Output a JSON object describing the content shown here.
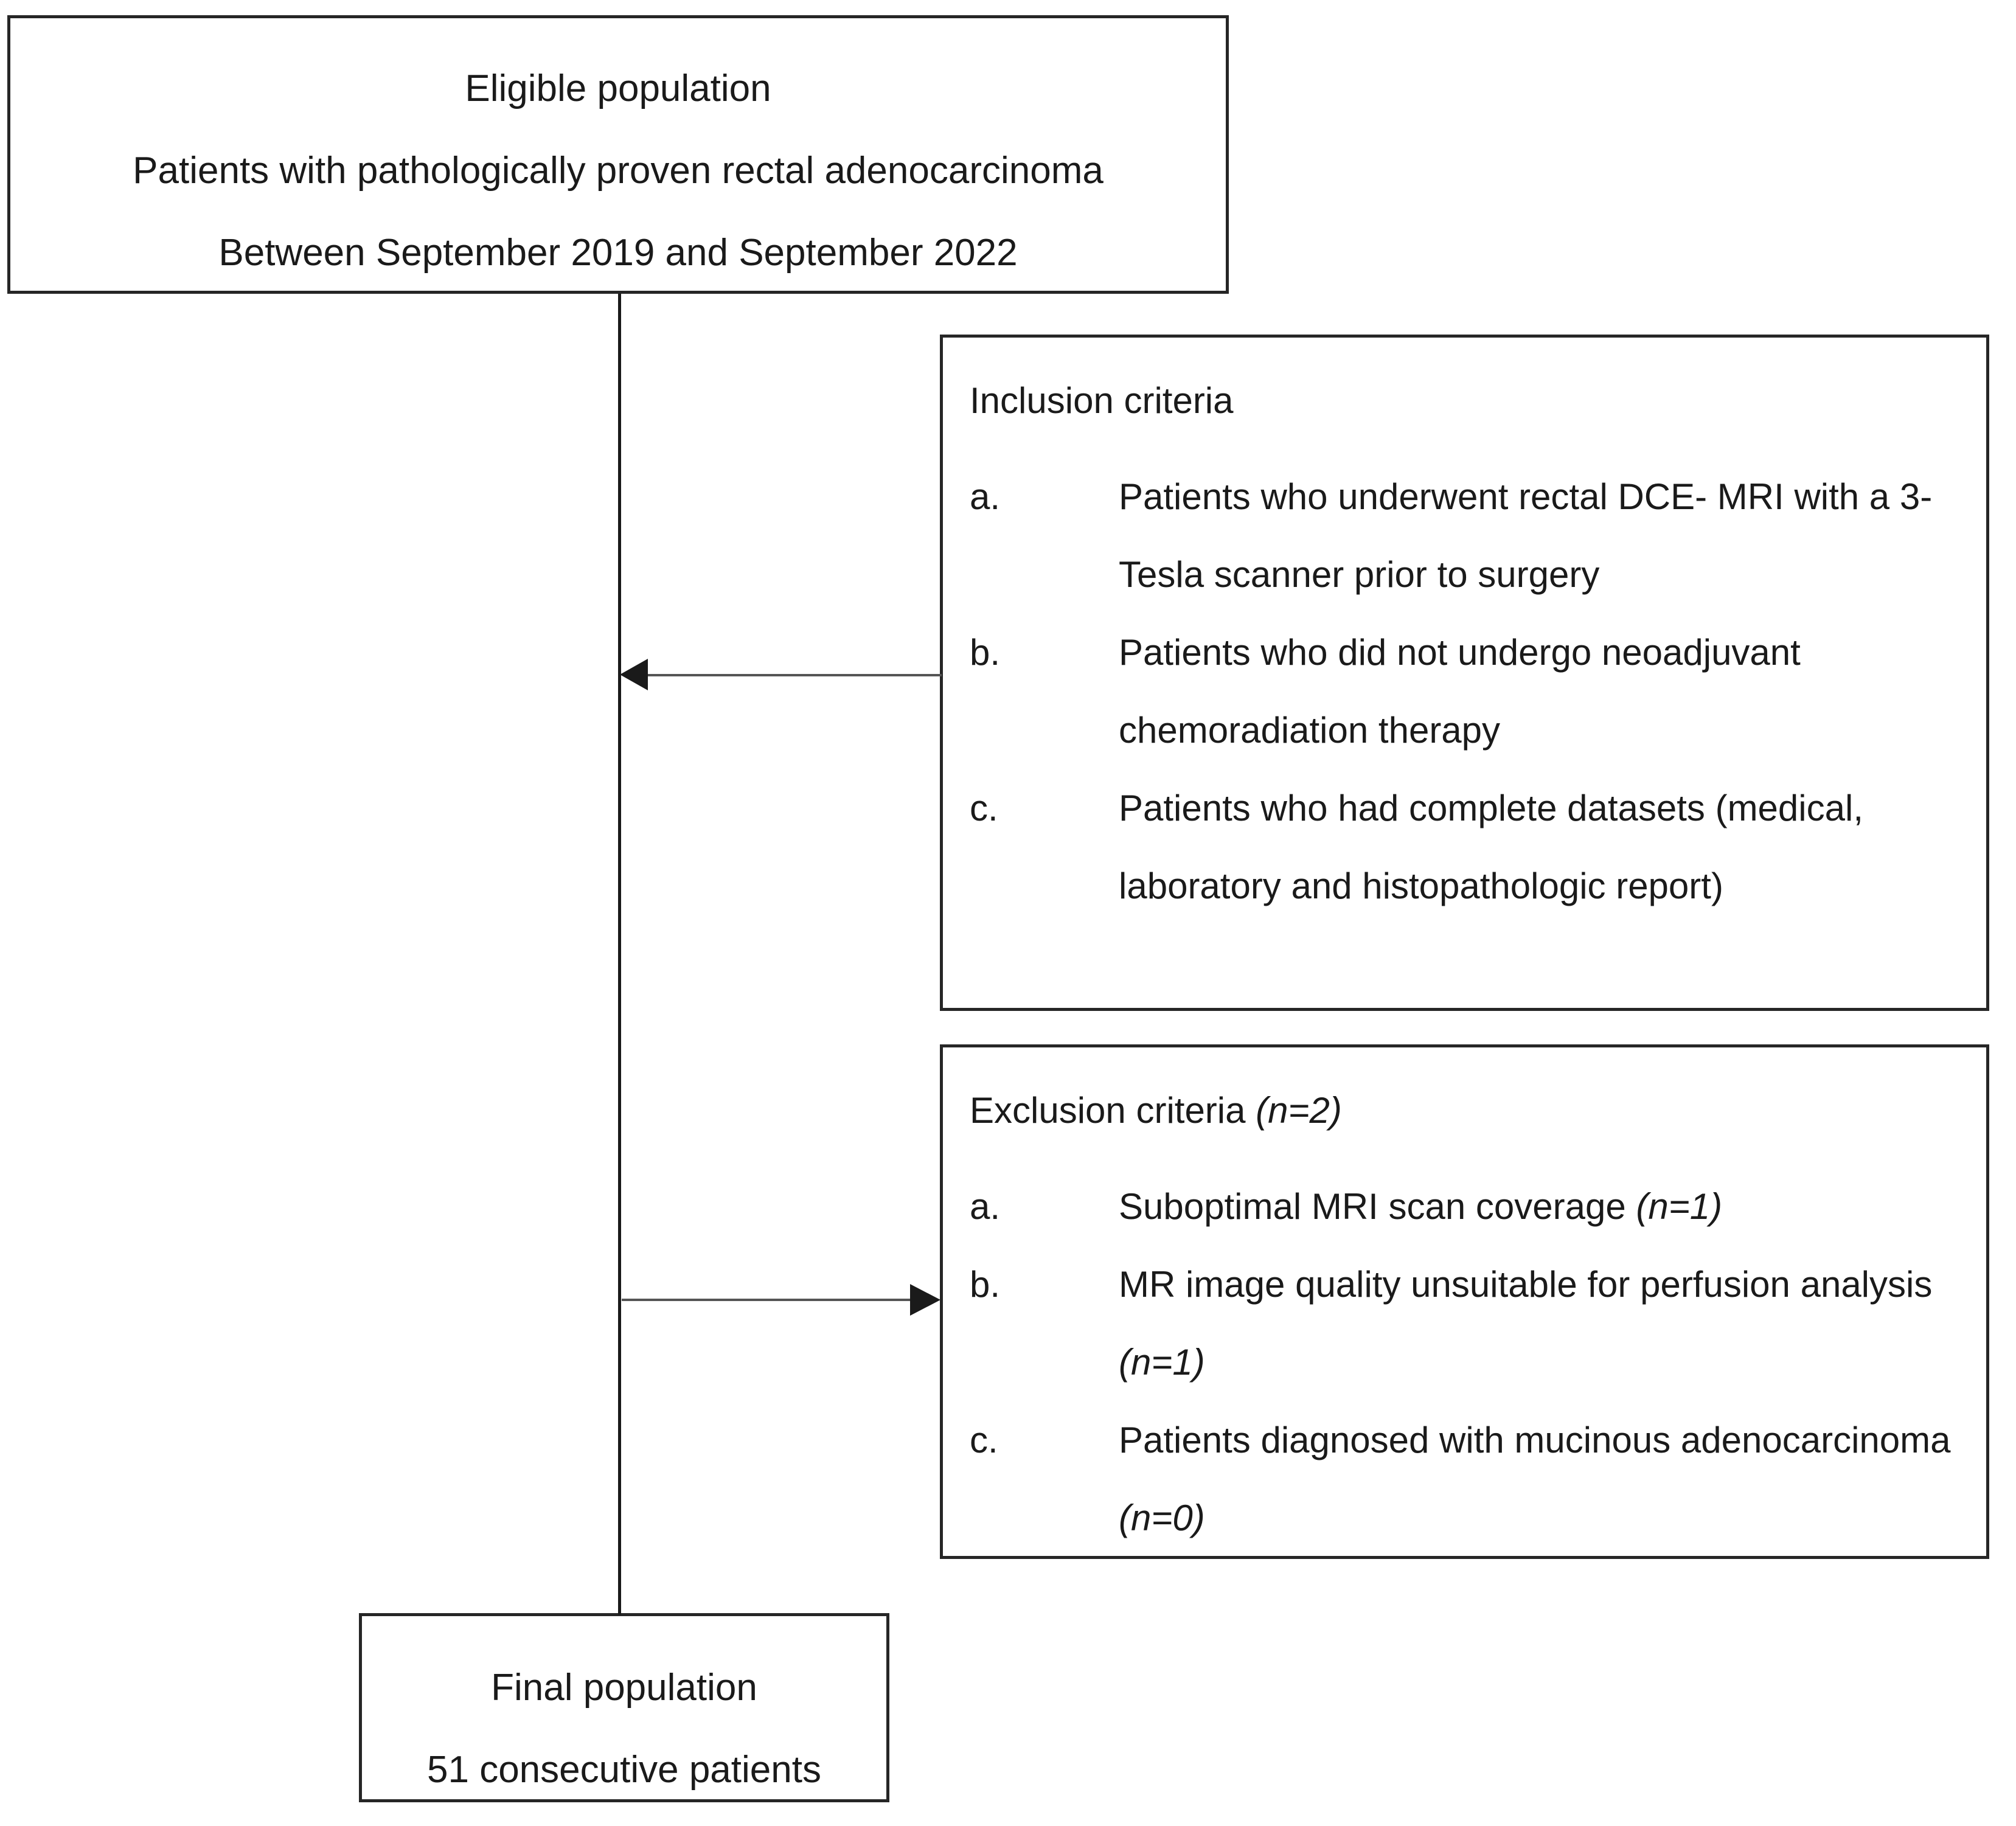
{
  "figure": {
    "type": "patient-selection-flowchart",
    "top_box": {
      "lines": [
        "Eligible population",
        "Patients with pathologically proven rectal adenocarcinoma",
        "Between September 2019 and September 2022"
      ]
    },
    "inclusion_box": {
      "heading": "Inclusion criteria",
      "items": [
        {
          "marker": "a.",
          "text": "Patients who underwent rectal DCE- MRI with a 3-Tesla scanner prior to surgery"
        },
        {
          "marker": "b.",
          "text": "Patients who did not undergo neoadjuvant chemoradiation therapy"
        },
        {
          "marker": "c.",
          "text": "Patients who had complete datasets (medical, laboratory and histopathologic report)"
        }
      ]
    },
    "exclusion_box": {
      "heading": "Exclusion criteria",
      "heading_count": "(n=2)",
      "items": [
        {
          "marker": "a.",
          "text": "Suboptimal MRI scan coverage ",
          "count": "(n=1)"
        },
        {
          "marker": "b.",
          "text": "MR image quality unsuitable for perfusion analysis ",
          "count": "(n=1)"
        },
        {
          "marker": "c.",
          "text": "Patients diagnosed with mucinous adenocarcinoma ",
          "count": "(n=0)"
        }
      ]
    },
    "final_box": {
      "lines": [
        "Final population",
        "51 consecutive patients"
      ]
    },
    "colors": {
      "box_border": "#262626",
      "connector": "#555555",
      "text": "#1a1a1a",
      "background": "#ffffff"
    }
  }
}
